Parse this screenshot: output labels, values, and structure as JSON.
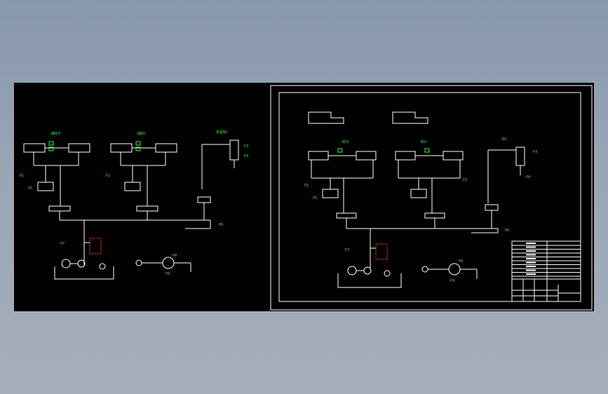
{
  "colors": {
    "background_gradient_top": "#8797ad",
    "background_gradient_bottom": "#a6aebb",
    "canvas": "#000000",
    "lines": "#ffffff",
    "labels": "#22ff22",
    "highlight": "#ff3030"
  },
  "icons": [
    "cylinder-icon",
    "valve-icon",
    "pump-icon",
    "motor-icon",
    "gauge-icon",
    "tank-icon"
  ],
  "left_diagram": {
    "labels": {
      "cyl1_title": "油缸III",
      "cyl2_title": "油缸II",
      "cyl3_title": "夹紧缸I",
      "tag_a": "P1",
      "tag_b": "P2",
      "tag_c": "P3",
      "tag_d": "P4",
      "tag_e": "P5",
      "tag_f": "P6",
      "tag_g": "P7",
      "tag_h": "P8",
      "tag_i": "P9"
    }
  },
  "right_diagram": {
    "labels": {
      "cyl1_title": "缸III",
      "cyl2_title": "缸II",
      "cyl3_title": "缸I",
      "tag_a": "P1",
      "tag_b": "P2",
      "tag_c": "P3",
      "tag_d": "P4",
      "tag_e": "P5",
      "tag_f": "P6",
      "tag_g": "P7",
      "tag_h": "P8",
      "tag_i": "P9"
    }
  }
}
